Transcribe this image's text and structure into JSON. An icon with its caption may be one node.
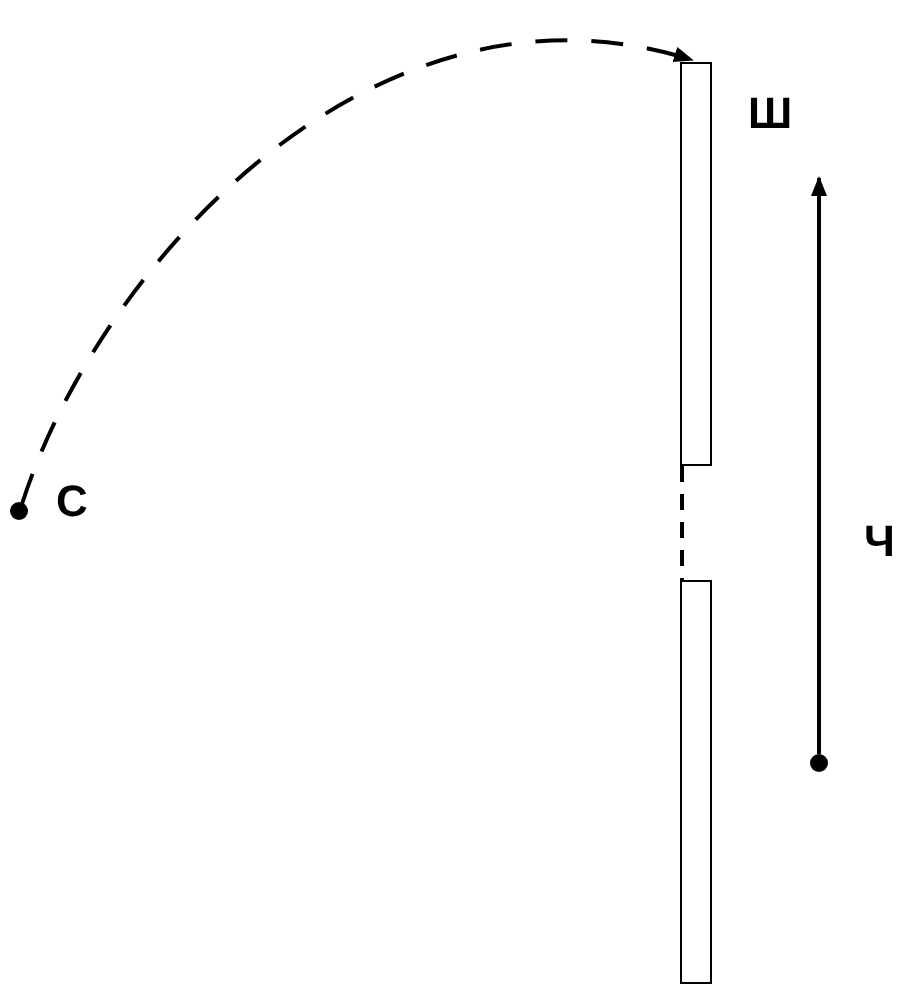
{
  "diagram": {
    "nodes": [
      {
        "text": [],
        "shape": "circle",
        "beside": [
          "С"
        ]
      },
      {
        "text": [],
        "shape": "bar",
        "beside": [
          "Ш"
        ]
      },
      {
        "text": [],
        "shape": "bar"
      },
      {
        "text": [],
        "shape": "circle"
      }
    ],
    "edges": [
      {
        "from": 0,
        "to": 1,
        "arrow": "to",
        "style": "dashed"
      },
      {
        "from": 1,
        "to": 2,
        "arrow": "none",
        "style": "dashed"
      },
      {
        "from": 3,
        "to": null,
        "arrow": "to",
        "label": "Ч"
      }
    ]
  }
}
